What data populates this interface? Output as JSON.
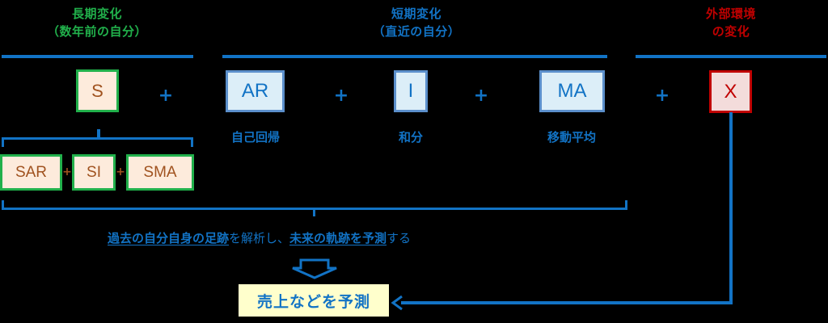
{
  "headings": {
    "long_term": {
      "line1": "長期変化",
      "line2": "（数年前の自分）",
      "color": "#21B04B"
    },
    "short_term": {
      "line1": "短期変化",
      "line2": "（直近の自分）",
      "color": "#1273C5"
    },
    "external": {
      "line1": "外部環境",
      "line2": "の変化",
      "color": "#C00000"
    }
  },
  "components": {
    "seasonal": {
      "label": "S",
      "parts": [
        "SAR",
        "SI",
        "SMA"
      ]
    },
    "ar": {
      "label": "AR",
      "caption": "自己回帰"
    },
    "i": {
      "label": "I",
      "caption": "和分"
    },
    "ma": {
      "label": "MA",
      "caption": "移動平均"
    },
    "x": {
      "label": "X"
    }
  },
  "operators": {
    "plus": "+"
  },
  "summary": {
    "part1": "過去の自分自身の足跡",
    "part2": "を解析し、",
    "part3": "未来の軌跡を予測",
    "part4": "する"
  },
  "result": {
    "label": "売上などを予測"
  },
  "colors": {
    "accent_blue": "#1273C5",
    "green": "#21B04B",
    "red": "#C00000",
    "season_fill": "#FDEBDC",
    "short_fill": "#DCEEF8",
    "external_fill": "#F3DCDB",
    "result_fill": "#FFFFCC"
  }
}
